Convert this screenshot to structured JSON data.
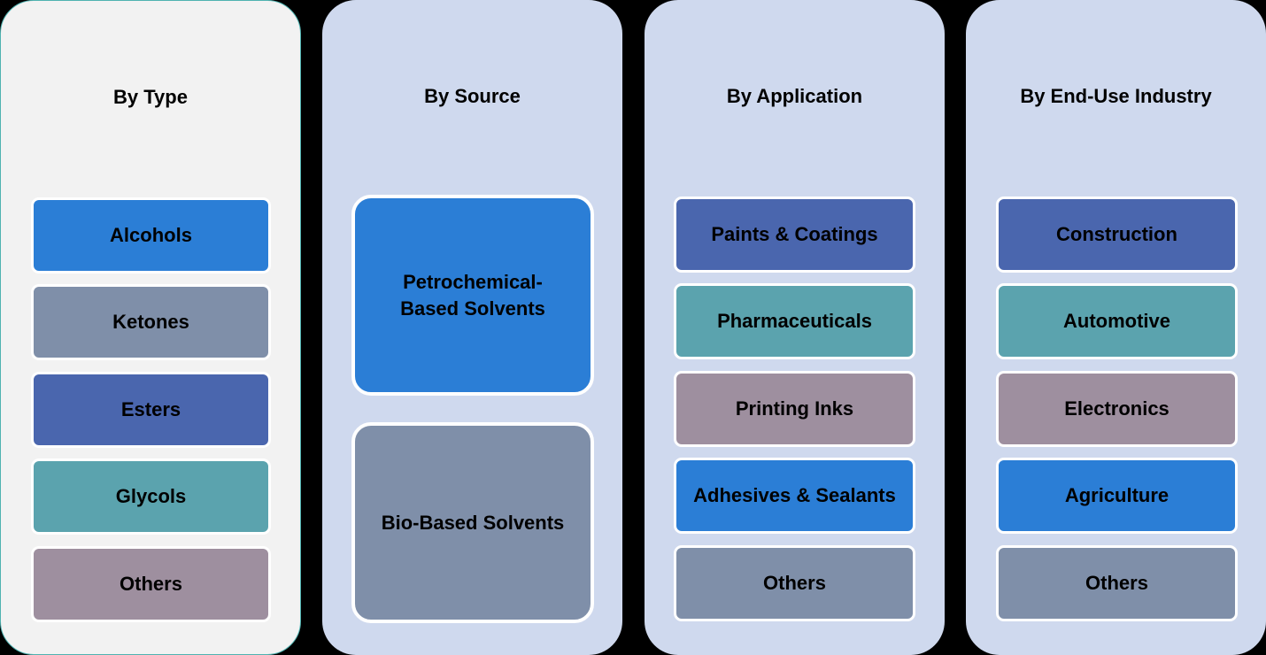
{
  "colors": {
    "background": "#000000",
    "panel": "#cfd9ee",
    "panel_first": "#f2f2f2",
    "panel_first_border": "#4fb3b1",
    "blue": "#2b7ed6",
    "slate": "#7f8fa9",
    "indigo": "#4a66ae",
    "teal": "#5ba3ae",
    "mauve": "#9e8f9f"
  },
  "panels": [
    {
      "title": "By Type",
      "items": [
        {
          "label": "Alcohols",
          "color": "#2b7ed6"
        },
        {
          "label": "Ketones",
          "color": "#7f8fa9"
        },
        {
          "label": "Esters",
          "color": "#4a66ae"
        },
        {
          "label": "Glycols",
          "color": "#5ba3ae"
        },
        {
          "label": "Others",
          "color": "#9e8f9f"
        }
      ]
    },
    {
      "title": "By Source",
      "items": [
        {
          "label": "Petrochemical-\nBased Solvents",
          "color": "#2b7ed6"
        },
        {
          "label": "Bio-Based Solvents",
          "color": "#7f8fa9"
        }
      ]
    },
    {
      "title": "By Application",
      "items": [
        {
          "label": "Paints & Coatings",
          "color": "#4a66ae"
        },
        {
          "label": "Pharmaceuticals",
          "color": "#5ba3ae"
        },
        {
          "label": "Printing Inks",
          "color": "#9e8f9f"
        },
        {
          "label": "Adhesives & Sealants",
          "color": "#2b7ed6"
        },
        {
          "label": "Others",
          "color": "#7f8fa9"
        }
      ]
    },
    {
      "title": "By End-Use Industry",
      "items": [
        {
          "label": "Construction",
          "color": "#4a66ae"
        },
        {
          "label": "Automotive",
          "color": "#5ba3ae"
        },
        {
          "label": "Electronics",
          "color": "#9e8f9f"
        },
        {
          "label": "Agriculture",
          "color": "#2b7ed6"
        },
        {
          "label": "Others",
          "color": "#7f8fa9"
        }
      ]
    }
  ]
}
